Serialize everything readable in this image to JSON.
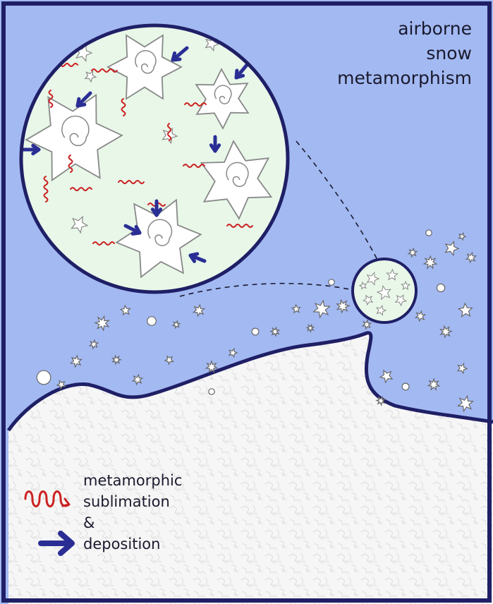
{
  "title": {
    "line1": "airborne",
    "line2": "snow",
    "line3": "metamorphism"
  },
  "legend": {
    "line1": "metamorphic",
    "line2": "sublimation",
    "line3": "&",
    "line4": "deposition",
    "sublimation_icon": "red-wavy-arrow-icon",
    "deposition_icon": "blue-arrow-icon"
  },
  "colors": {
    "sky": "#a3b9f2",
    "frame": "#1f1f66",
    "snowpack": "#f6f6f6",
    "zoom_background": "#e8f7e8",
    "sublimation": "#cc2222",
    "deposition": "#2a2e94",
    "crystal_outline": "#888888"
  }
}
